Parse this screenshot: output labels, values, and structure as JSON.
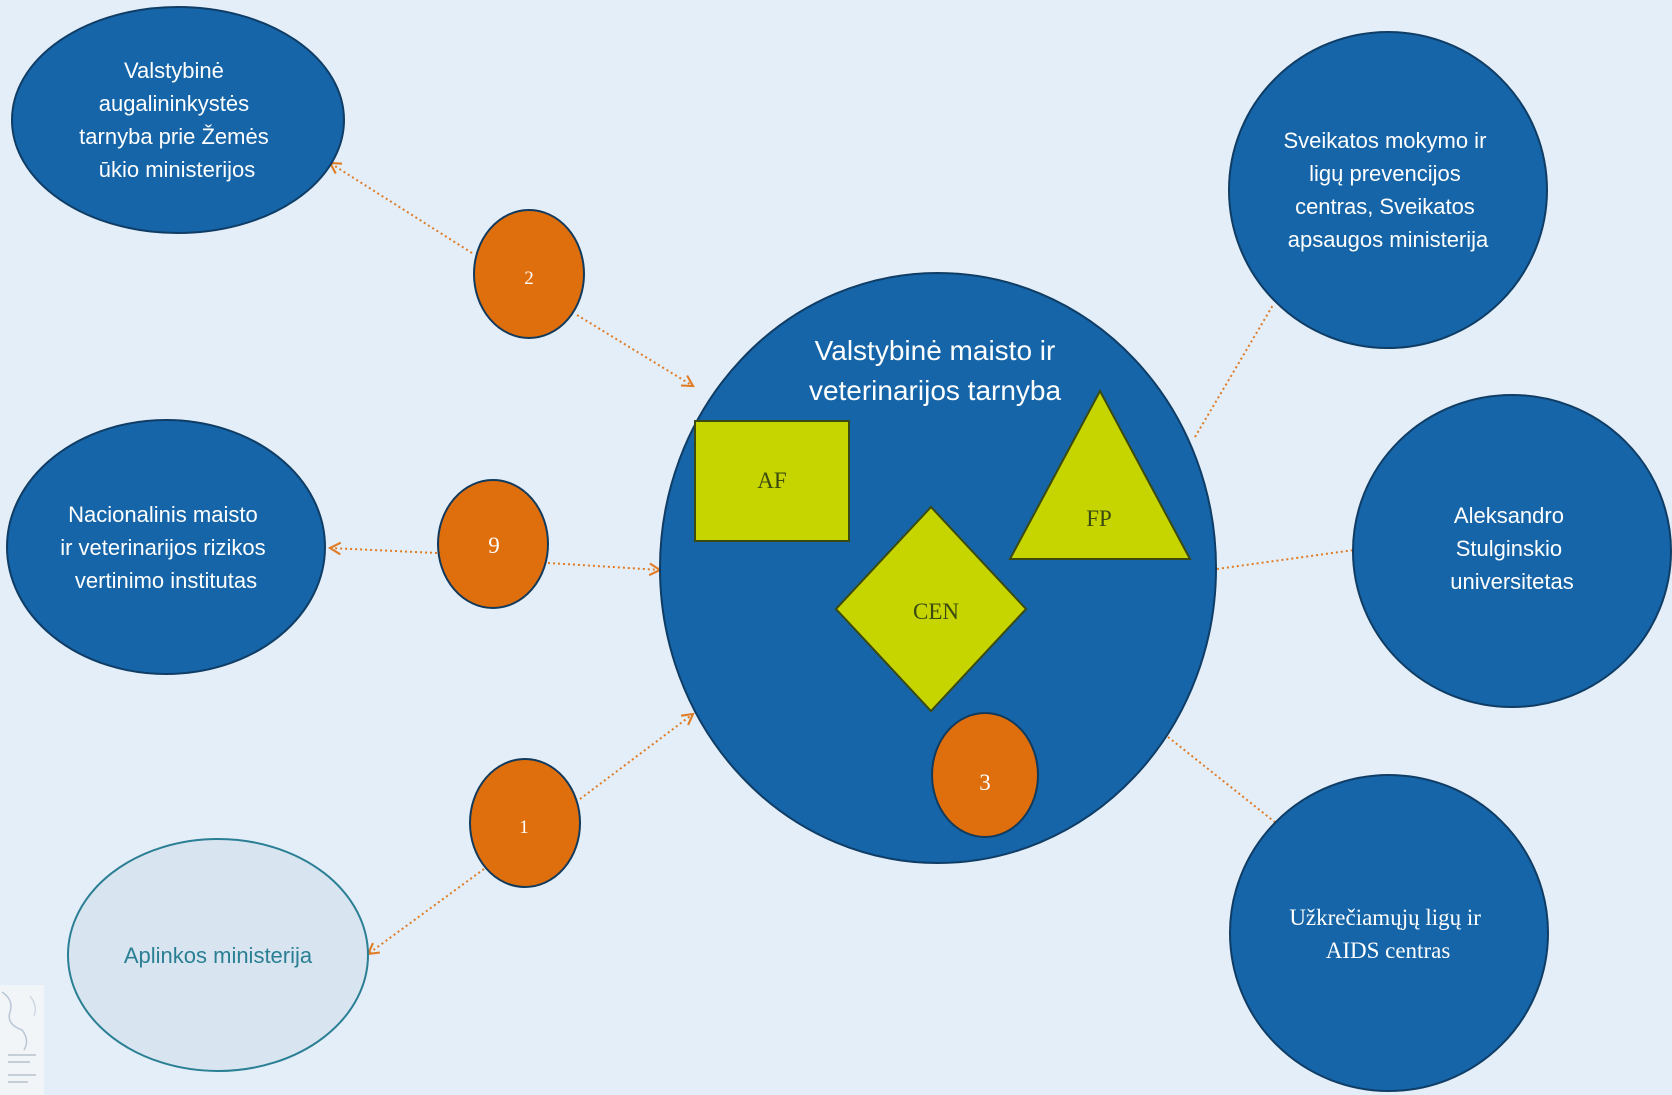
{
  "colors": {
    "background": "#e3eef8",
    "node_fill": "#1565a8",
    "node_stroke": "#0f3d66",
    "light_node_fill": "#d8e5f0",
    "light_node_stroke": "#2a7f94",
    "light_node_text": "#2a7f94",
    "badge_fill": "#df6e0c",
    "badge_stroke": "#123a5c",
    "shape_fill": "#c6d400",
    "shape_stroke": "#3a4a10",
    "connector": "#e07b24"
  },
  "center": {
    "title_line1": "Valstybinė maisto ir",
    "title_line2": "veterinarijos tarnyba",
    "shapes": {
      "rectangle": "AF",
      "diamond": "CEN",
      "triangle": "FP"
    },
    "badge": "3"
  },
  "nodes": {
    "augalininkystes": {
      "lines": [
        "Valstybinė",
        "augalininkystės",
        "tarnyba prie Žemės",
        "ūkio ministerijos"
      ]
    },
    "rizikos": {
      "lines": [
        "Nacionalinis maisto",
        "ir veterinarijos rizikos",
        "vertinimo institutas"
      ]
    },
    "aplinkos": {
      "lines": [
        "Aplinkos ministerija"
      ]
    },
    "sveikatos_mokymo": {
      "lines": [
        "Sveikatos mokymo ir",
        "ligų prevencijos",
        "centras, Sveikatos",
        "apsaugos ministerija"
      ]
    },
    "universitetas": {
      "lines": [
        "Aleksandro",
        "Stulginskio",
        "universitetas"
      ]
    },
    "aids": {
      "lines": [
        "Užkrečiamųjų ligų ir",
        "AIDS centras"
      ]
    }
  },
  "badges": {
    "top": "2",
    "middle": "9",
    "bottom": "1"
  }
}
